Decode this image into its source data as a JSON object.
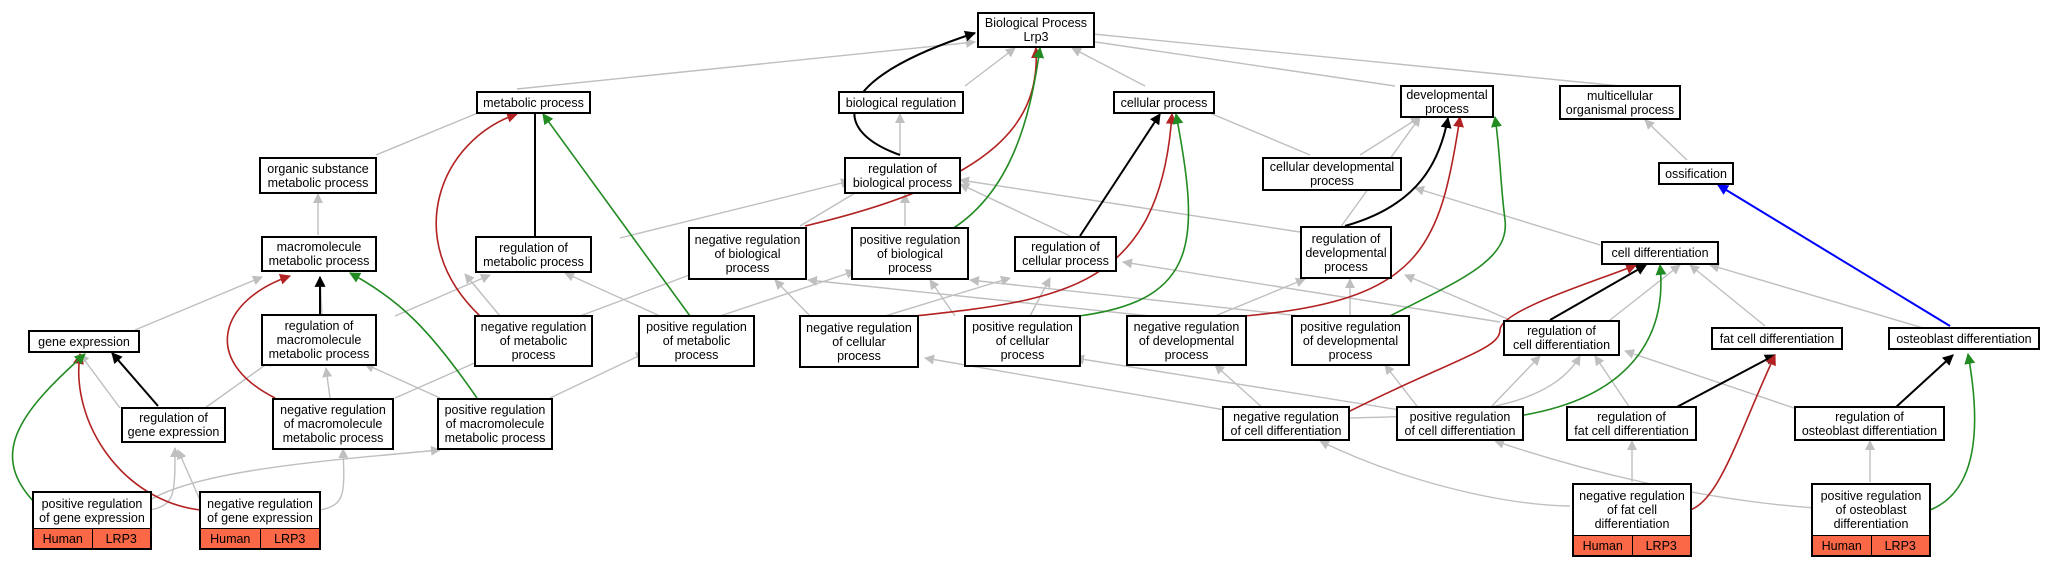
{
  "colors": {
    "gray": "#bfbfbf",
    "black": "#000000",
    "red": "#b22222",
    "green": "#228b22",
    "blue": "#0000ff",
    "annotation": "#fb6847"
  },
  "nodes": {
    "bp": [
      "Biological Process",
      "Lrp3"
    ],
    "metabolic": [
      "metabolic process"
    ],
    "bioreg": [
      "biological regulation"
    ],
    "cellular": [
      "cellular process"
    ],
    "developmental": [
      "developmental",
      "process"
    ],
    "multicellular": [
      "multicellular",
      "organismal process"
    ],
    "organic": [
      "organic substance",
      "metabolic process"
    ],
    "regbio": [
      "regulation of",
      "biological process"
    ],
    "celldev": [
      "cellular developmental",
      "process"
    ],
    "ossification": [
      "ossification"
    ],
    "macro": [
      "macromolecule",
      "metabolic process"
    ],
    "regmet": [
      "regulation of",
      "metabolic process"
    ],
    "negbio": [
      "negative regulation",
      "of biological",
      "process"
    ],
    "posbio": [
      "positive regulation",
      "of biological",
      "process"
    ],
    "regcell": [
      "regulation of",
      "cellular process"
    ],
    "regdev": [
      "regulation of",
      "developmental",
      "process"
    ],
    "celldiff": [
      "cell differentiation"
    ],
    "geneexp": [
      "gene expression"
    ],
    "regmacro": [
      "regulation of",
      "macromolecule",
      "metabolic process"
    ],
    "negmet": [
      "negative regulation",
      "of metabolic",
      "process"
    ],
    "posmet": [
      "positive regulation",
      "of metabolic",
      "process"
    ],
    "negcell": [
      "negative regulation",
      "of cellular",
      "process"
    ],
    "poscell": [
      "positive regulation",
      "of cellular",
      "process"
    ],
    "negdev": [
      "negative regulation",
      "of developmental",
      "process"
    ],
    "posdev": [
      "positive regulation",
      "of developmental",
      "process"
    ],
    "regcelldiff": [
      "regulation of",
      "cell differentiation"
    ],
    "fatdiff": [
      "fat cell differentiation"
    ],
    "ostdiff": [
      "osteoblast differentiation"
    ],
    "reggene": [
      "regulation of",
      "gene expression"
    ],
    "negmacro": [
      "negative regulation",
      "of macromolecule",
      "metabolic process"
    ],
    "posmacro": [
      "positive regulation",
      "of macromolecule",
      "metabolic process"
    ],
    "negcelldiff": [
      "negative regulation",
      "of cell differentiation"
    ],
    "poscelldiff": [
      "positive regulation",
      "of cell differentiation"
    ],
    "regfat": [
      "regulation of",
      "fat cell differentiation"
    ],
    "regost": [
      "regulation of",
      "osteoblast differentiation"
    ],
    "posgene": [
      "positive regulation",
      "of gene expression"
    ],
    "neggene": [
      "negative regulation",
      "of gene expression"
    ],
    "negfat": [
      "negative regulation",
      "of fat cell",
      "differentiation"
    ],
    "posost": [
      "positive regulation",
      "of osteoblast",
      "differentiation"
    ]
  },
  "annotation": {
    "species": "Human",
    "gene": "LRP3"
  }
}
